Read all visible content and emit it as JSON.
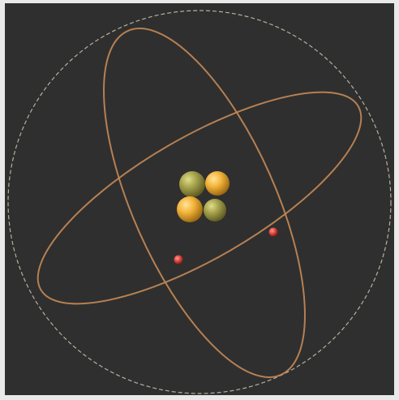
{
  "scene": {
    "subject": "helium-atom-model",
    "colors": {
      "background": "#2f2f2f",
      "page_border": "#e9e9e9",
      "boundary": "#cfc6b3",
      "orbit": "#c58a57",
      "proton": "#f2ab2f",
      "neutron": "#a9a54d",
      "electron": "#d6403a"
    },
    "counts": {
      "protons": 2,
      "neutrons": 2,
      "electrons": 2
    }
  }
}
